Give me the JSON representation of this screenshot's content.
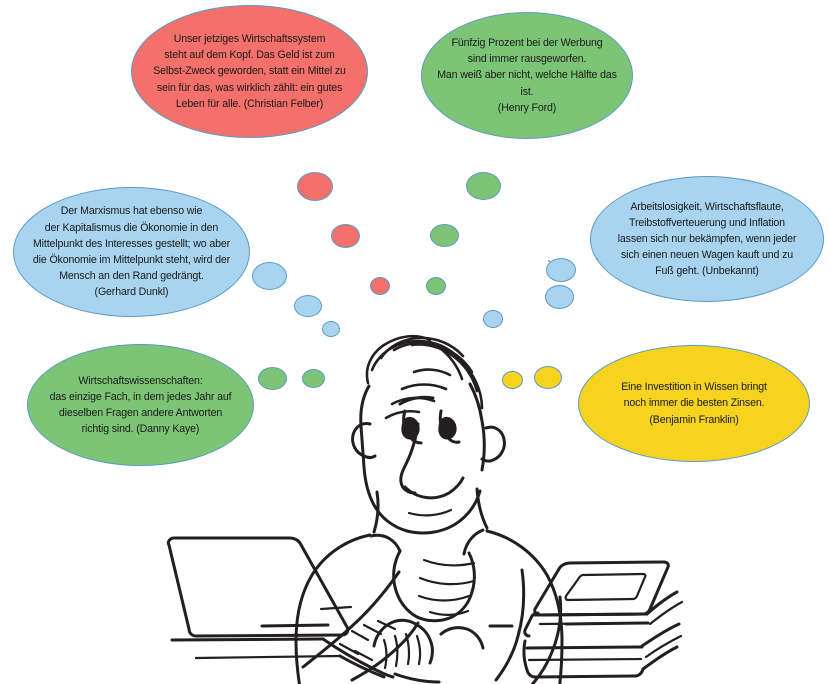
{
  "page": {
    "title": "Wirtschaft Zitate Denkblasen",
    "background_color": "#ffffff"
  },
  "palette": {
    "red": "#f4716b",
    "green": "#7cc576",
    "blue": "#a8d4ef",
    "yellow": "#f5d31e",
    "outline": "#5b9bc4",
    "ink": "#231f20"
  },
  "bubbles": [
    {
      "id": "felber",
      "color_name": "red",
      "author": "Christian Felber",
      "text": "Unser jetziges Wirtschaftssystem\nsteht auf dem Kopf. Das Geld ist zum\nSelbst-Zweck geworden, statt ein Mittel zu\nsein für das, was wirklich zählt: ein gutes\nLeben für alle.  (Christian Felber)"
    },
    {
      "id": "ford",
      "color_name": "green",
      "author": "Henry Ford",
      "text": "Fünfzig Prozent bei der Werbung\nsind immer rausgeworfen.\nMan weiß aber nicht, welche Hälfte das ist.\n(Henry Ford)"
    },
    {
      "id": "dunkl",
      "color_name": "blue",
      "author": "Gerhard Dunkl",
      "text": "Der Marxismus hat ebenso wie\nder Kapitalismus die Ökonomie in den\nMittelpunkt des Interesses gestellt; wo aber\ndie Ökonomie im Mittelpunkt steht, wird der\nMensch an den Rand gedrängt.\n(Gerhard Dunkl)"
    },
    {
      "id": "unbekannt",
      "color_name": "blue",
      "author": "Unbekannt",
      "text": "Arbeitslosigkeit, Wirtschaftsflaute,\nTreibstoffverteuerung und Inflation\nlassen sich nur bekämpfen, wenn jeder\nsich einen neuen Wagen kauft und zu\nFuß geht.  (Unbekannt)"
    },
    {
      "id": "kaye",
      "color_name": "green",
      "author": "Danny Kaye",
      "text": "Wirtschaftswissenschaften:\ndas einzige Fach, in dem jedes Jahr auf\ndieselben Fragen andere Antworten\nrichtig sind. (Danny Kaye)"
    },
    {
      "id": "franklin",
      "color_name": "yellow",
      "author": "Benjamin Franklin",
      "text": "Eine Investition in Wissen bringt\nnoch immer die besten Zinsen.\n(Benjamin Franklin)"
    }
  ],
  "illustration": {
    "subject": "thinking-person-at-laptop",
    "elements": [
      "person",
      "laptop",
      "book-stack",
      "desk-line"
    ]
  }
}
